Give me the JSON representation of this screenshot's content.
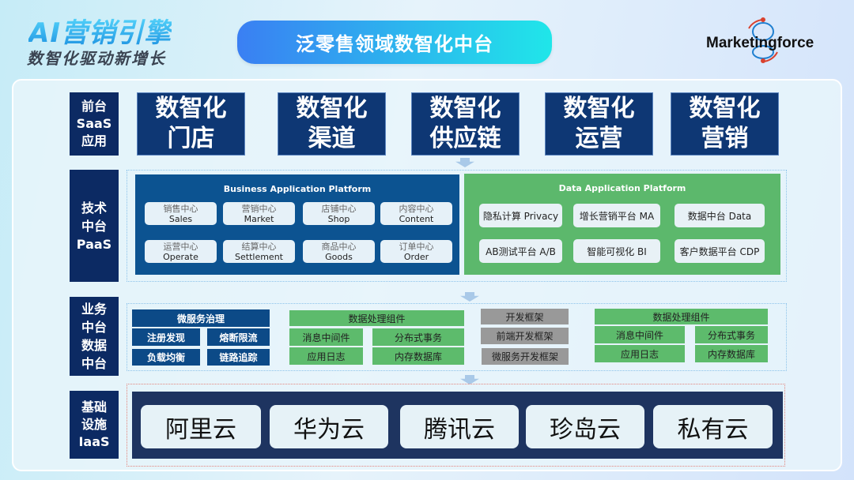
{
  "brand": {
    "title": "AI营销引擎",
    "subtitle": "数智化驱动新增长",
    "logo": "Marketingforce"
  },
  "title": "泛零售领域数智化中台",
  "layers": {
    "saas": "前台\nSaaS\n应用",
    "paas": "技术\n中台\nPaaS",
    "biz": "业务\n中台\n数据\n中台",
    "iaas": "基础\n设施\nIaaS"
  },
  "front": [
    "数智化\n门店",
    "数智化\n渠道",
    "数智化\n供应链",
    "数智化\n运营",
    "数智化\n营销"
  ],
  "bap": {
    "title": "Business Application Platform",
    "items": [
      {
        "cn": "销售中心",
        "en": "Sales"
      },
      {
        "cn": "营销中心",
        "en": "Market"
      },
      {
        "cn": "店铺中心",
        "en": "Shop"
      },
      {
        "cn": "内容中心",
        "en": "Content"
      },
      {
        "cn": "运营中心",
        "en": "Operate"
      },
      {
        "cn": "结算中心",
        "en": "Settlement"
      },
      {
        "cn": "商品中心",
        "en": "Goods"
      },
      {
        "cn": "订单中心",
        "en": "Order"
      }
    ]
  },
  "dap": {
    "title": "Data Application Platform",
    "items": [
      "隐私计算 Privacy",
      "增长营销平台 MA",
      "数据中台 Data",
      "AB测试平台 A/B",
      "智能可视化 BI",
      "客户数据平台 CDP"
    ]
  },
  "micro": {
    "title": "微服务治理",
    "items": [
      "注册发现",
      "熔断限流",
      "负载均衡",
      "链路追踪"
    ]
  },
  "data1": {
    "title": "数据处理组件",
    "items": [
      "消息中间件",
      "分布式事务",
      "应用日志",
      "内存数据库"
    ]
  },
  "dev": [
    "开发框架",
    "前端开发框架",
    "微服务开发框架"
  ],
  "data2": {
    "title": "数据处理组件",
    "items": [
      "消息中间件",
      "分布式事务",
      "应用日志",
      "内存数据库"
    ]
  },
  "clouds": [
    "阿里云",
    "华为云",
    "腾讯云",
    "珍岛云",
    "私有云"
  ],
  "colors": {
    "navy": "#0c2a63",
    "blue": "#0c5391",
    "green": "#5cb86c",
    "gray": "#999999",
    "accent": "#20e6e9"
  }
}
